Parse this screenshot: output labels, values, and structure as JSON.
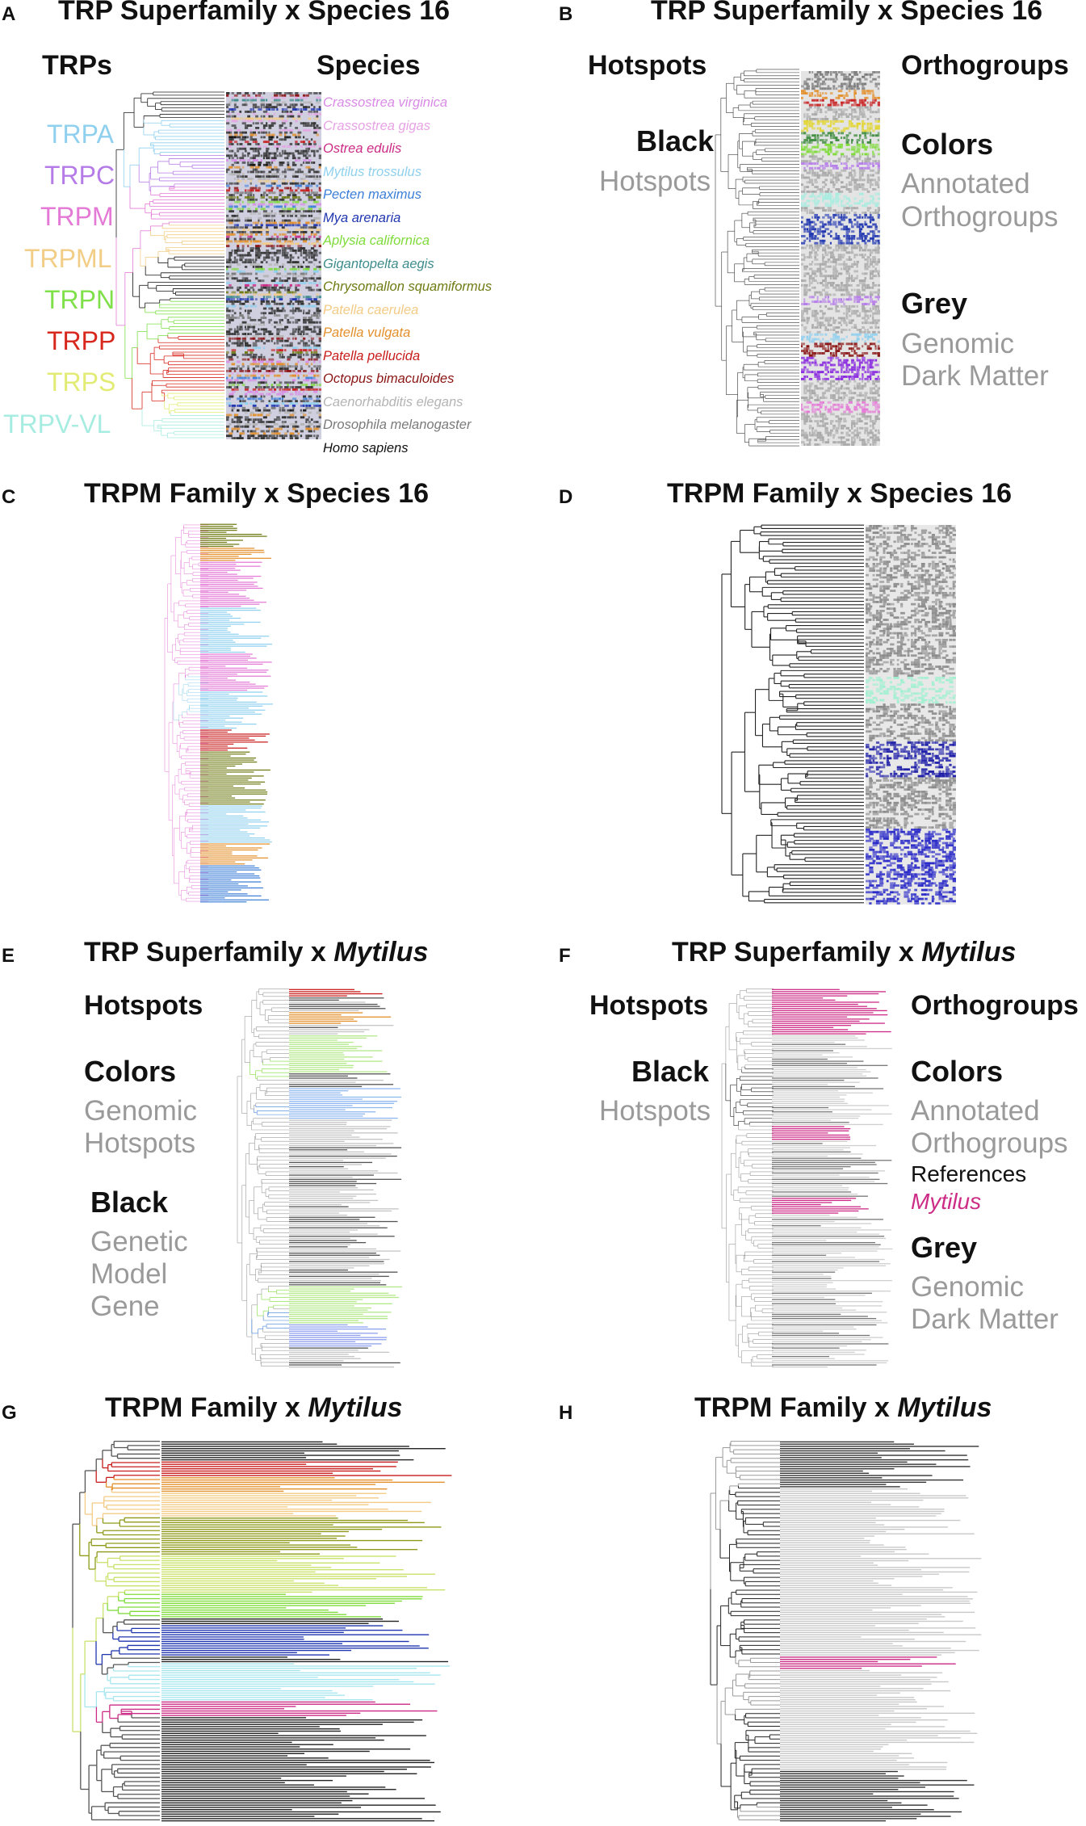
{
  "panels": {
    "A": {
      "letter": "A",
      "title": "TRP Superfamily x Species 16",
      "left_header": "TRPs",
      "right_header": "Species",
      "families": [
        {
          "name": "TRPA",
          "color": "#8fd0ef"
        },
        {
          "name": "TRPC",
          "color": "#b57ce8"
        },
        {
          "name": "TRPM",
          "color": "#e47ad6"
        },
        {
          "name": "TRPML",
          "color": "#f2cd86"
        },
        {
          "name": "TRPN",
          "color": "#7fe04a"
        },
        {
          "name": "TRPP",
          "color": "#d8281e"
        },
        {
          "name": "TRPS",
          "color": "#e2ec74"
        },
        {
          "name": "TRPV-VL",
          "color": "#a7ece0"
        }
      ],
      "species": [
        {
          "name": "Crassostrea virginica",
          "color": "#d98ae6"
        },
        {
          "name": "Crassostrea gigas",
          "color": "#e7a3e4"
        },
        {
          "name": "Ostrea edulis",
          "color": "#cc2c86"
        },
        {
          "name": "Mytilus trossulus",
          "color": "#8fd0ef"
        },
        {
          "name": "Pecten maximus",
          "color": "#3d7fd8"
        },
        {
          "name": "Mya arenaria",
          "color": "#2036b0"
        },
        {
          "name": "Aplysia californica",
          "color": "#7fdb3a"
        },
        {
          "name": "Gigantopelta aegis",
          "color": "#3f8c8c"
        },
        {
          "name": "Chrysomallon squamiformus",
          "color": "#6f7a12"
        },
        {
          "name": "Patella caerulea",
          "color": "#f3cb86"
        },
        {
          "name": "Patella vulgata",
          "color": "#e3902c"
        },
        {
          "name": "Patella pellucida",
          "color": "#c81c1c"
        },
        {
          "name": "Octopus bimaculoides",
          "color": "#8a1414"
        },
        {
          "name": "Caenorhabditis elegans",
          "color": "#b4b4b4"
        },
        {
          "name": "Drosophila melanogaster",
          "color": "#7a7a7a"
        },
        {
          "name": "Homo sapiens",
          "color": "#111111"
        }
      ]
    },
    "B": {
      "letter": "B",
      "title": "TRP Superfamily x Species 16",
      "left_header": "Hotspots",
      "right_header": "Orthogroups",
      "black": "Black",
      "hotspots": "Hotspots",
      "colors": "Colors",
      "annotated": "Annotated",
      "orthogroups": "Orthogroups",
      "grey": "Grey",
      "genomic": "Genomic",
      "dark_matter": "Dark Matter"
    },
    "C": {
      "letter": "C",
      "title": "TRPM Family x Species 16"
    },
    "D": {
      "letter": "D",
      "title": "TRPM Family  x Species 16"
    },
    "E": {
      "letter": "E",
      "title_plain": "TRP Superfamily x ",
      "title_italic": "Mytilus",
      "hotspots_header": "Hotspots",
      "colors": "Colors",
      "genomic": "Genomic",
      "hotspots": "Hotspots",
      "black": "Black",
      "genetic": "Genetic",
      "model": "Model",
      "gene": "Gene"
    },
    "F": {
      "letter": "F",
      "title_plain": "TRP Superfamily x ",
      "title_italic": "Mytilus",
      "left_header": "Hotspots",
      "right_header": "Orthogroups",
      "black": "Black",
      "hotspots": "Hotspots",
      "colors": "Colors",
      "annotated": "Annotated",
      "orthogroups": "Orthogroups",
      "references": "References",
      "mytilus": "Mytilus",
      "grey": "Grey",
      "genomic": "Genomic",
      "dark_matter": "Dark Matter"
    },
    "G": {
      "letter": "G",
      "title_plain": "TRPM Family x ",
      "title_italic": "Mytilus"
    },
    "H": {
      "letter": "H",
      "title_plain": "TRPM Family x ",
      "title_italic": "Mytilus"
    }
  },
  "colors": {
    "mytilus_pink": "#cc2c86",
    "annotation_grey": "#9a9a9a",
    "tree_line": "#222222"
  }
}
